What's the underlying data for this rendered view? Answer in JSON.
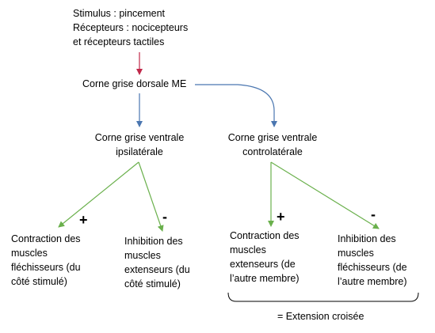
{
  "nodes": {
    "stimulus": [
      "Stimulus : pincement",
      "Récepteurs : nocicepteurs",
      "et récepteurs tactiles"
    ],
    "dorsal": "Corne grise dorsale ME",
    "ventral_ipsi": [
      "Corne grise ventrale",
      "ipsilatérale"
    ],
    "ventral_contra": [
      "Corne grise ventrale",
      "controlatérale"
    ],
    "out_ipsi_plus": [
      "Contraction des",
      "muscles",
      "fléchisseurs (du",
      "côté stimulé)"
    ],
    "out_ipsi_minus": [
      "Inhibition des",
      "muscles",
      "extenseurs (du",
      "côté stimulé)"
    ],
    "out_contra_plus": [
      "Contraction des",
      "muscles",
      "extenseurs (de",
      "l’autre membre)"
    ],
    "out_contra_minus": [
      "Inhibition des",
      "muscles",
      "fléchisseurs (de",
      "l’autre membre)"
    ]
  },
  "signs": {
    "plus": "+",
    "minus": "-"
  },
  "bracket_label": "= Extension croisée",
  "colors": {
    "red": "#c0284a",
    "blue": "#4a76b0",
    "green": "#6ab04c"
  }
}
